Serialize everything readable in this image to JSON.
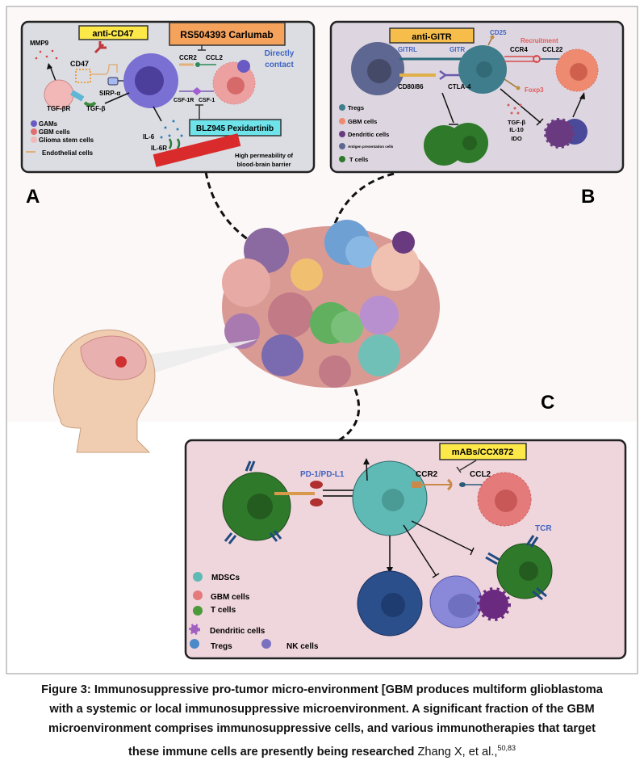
{
  "colors": {
    "panel_a_bg": "#dcdde2",
    "panel_b_bg": "#ddd6e0",
    "panel_c_bg": "#efd5dc",
    "yellow_label": "#fde84a",
    "orange_label": "#f5a25c",
    "cyan_label": "#6ee3ea",
    "blue_text": "#3f64c4",
    "red_text": "#e35a5a"
  },
  "panel_a": {
    "letter": "A",
    "anti_cd47": "anti-CD47",
    "carlumab": "RS504393 Carlumab",
    "pexidartinib": "BLZ945 Pexidartinib",
    "mmp9": "MMP9",
    "cd47": "CD47",
    "sirp": "SIRP-α",
    "tgfbr": "TGF-βR",
    "tgfb": "TGF-β",
    "ccr2": "CCR2",
    "ccl2": "CCL2",
    "csf1r": "CSF-1R",
    "csf1": "CSF-1",
    "directly": "Directly",
    "contact": "contact",
    "il6": "IL-6",
    "il6r": "IL-6R",
    "bbb1": "High permeability of",
    "bbb2": "blood-brain barrier",
    "legend": [
      "GAMs",
      "GBM cells",
      "Glioma stem cells",
      "Endothelial cells"
    ]
  },
  "panel_b": {
    "letter": "B",
    "anti_gitr": "anti-GITR",
    "cd25": "CD25",
    "recruitment": "Recruitment",
    "gitrl": "GITRL",
    "gitr": "GITR",
    "ccr4": "CCR4",
    "ccl22": "CCL22",
    "cd80": "CD80/86",
    "ctla4": "CTLA-4",
    "foxp3": "Foxp3",
    "tgfb": "TGF-β",
    "il10": "IL-10",
    "ido": "IDO",
    "legend": [
      "Tregs",
      "GBM cells",
      "Dendritic cells",
      "Antigen presentation cells",
      "T cells"
    ]
  },
  "panel_c": {
    "letter": "C",
    "mabs": "mABs/CCX872",
    "pd1": "PD-1/PD-L1",
    "ccr2": "CCR2",
    "ccl2": "CCL2",
    "tcr": "TCR",
    "legend": [
      "MDSCs",
      "GBM cells",
      "T cells",
      "Dendritic cells",
      "Tregs",
      "NK cells"
    ]
  },
  "caption": {
    "line1": "Figure 3: Immunosuppressive pro-tumor micro-environment [GBM produces multiform glioblastoma",
    "line2": "with a systemic or local immunosuppressive microenvironment. A significant fraction of the GBM",
    "line3": "microenvironment comprises immunosuppressive cells, and various immunotherapies that target",
    "line4": "these immune cells are presently being researched",
    "ref": "Zhang X, et al.,",
    "sup": "50,83"
  }
}
